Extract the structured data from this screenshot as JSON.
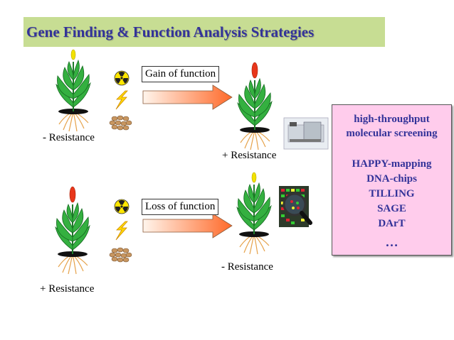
{
  "title": "Gene Finding & Function Analysis Strategies",
  "top_row": {
    "arrow_label": "Gain of function",
    "left_label": "- Resistance",
    "right_label": "+ Resistance"
  },
  "bottom_row": {
    "arrow_label": "Loss of function",
    "left_label": "+ Resistance",
    "right_label": "- Resistance"
  },
  "panel": {
    "line1": "high-throughput",
    "line2": "molecular screening",
    "methods": [
      "HAPPY-mapping",
      "DNA-chips",
      "TILLING",
      "SAGE",
      "DArT"
    ],
    "ellipsis": "…"
  },
  "colors": {
    "title_bg": "#c7dd93",
    "title_text": "#333399",
    "panel_bg": "#ffccec",
    "arrow_start": "#fff2e6",
    "arrow_end": "#ff6a2a",
    "plant_green": "#2c9e3a",
    "flower_yellow": "#f2e200",
    "flower_red": "#e8361a"
  },
  "icons": [
    "plant-icon",
    "radiation-icon",
    "lightning-icon",
    "seeds-icon",
    "sequencer-icon",
    "magnifier-icon"
  ]
}
